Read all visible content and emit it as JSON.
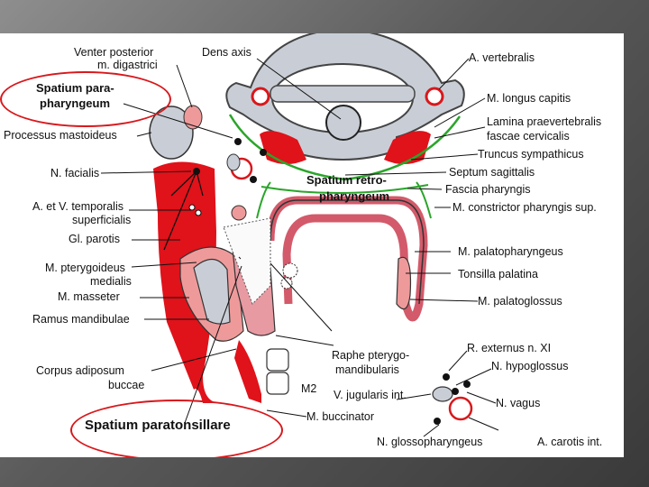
{
  "labels": {
    "venter_posterior_1": "Venter posterior",
    "venter_posterior_2": "m. digastrici",
    "spatium_para_1": "Spatium para-",
    "spatium_para_2": "pharyngeum",
    "processus_mastoideus": "Processus mastoideus",
    "n_facialis": "N. facialis",
    "temporalis_1": "A. et V. temporalis",
    "temporalis_2": "superficialis",
    "gl_parotis": "Gl. parotis",
    "pterygoideus_1": "M. pterygoideus",
    "pterygoideus_2": "medialis",
    "masseter": "M. masseter",
    "ramus_mandibulae": "Ramus mandibulae",
    "corpus_adiposum_1": "Corpus adiposum",
    "corpus_adiposum_2": "buccae",
    "spatium_paratonsillare": "Spatium paratonsillare",
    "dens_axis": "Dens axis",
    "a_vertebralis": "A. vertebralis",
    "longus_capitis": "M. longus capitis",
    "lamina_1": "Lamina praevertebralis",
    "lamina_2": "fascae cervicalis",
    "truncus_sympathicus": "Truncus sympathicus",
    "septum_sagittalis": "Septum sagittalis",
    "fascia_pharyngis": "Fascia pharyngis",
    "constrictor": "M. constrictor pharyngis sup.",
    "retro_1": "Spatium retro-",
    "retro_2": "pharyngeum",
    "palatopharyngeus": "M. palatopharyngeus",
    "tonsilla_palatina": "Tonsilla palatina",
    "palatoglossus": "M. palatoglossus",
    "raphe_1": "Raphe pterygo-",
    "raphe_2": "mandibularis",
    "m2": "M2",
    "jugularis": "V. jugularis int.",
    "buccinator": "M. buccinator",
    "ramus_externus": "R. externus n. XI",
    "hypoglossus": "N. hypoglossus",
    "vagus": "N. vagus",
    "glossopharyngeus": "N. glossopharyngeus",
    "carotis": "A. carotis int."
  },
  "colors": {
    "muscle_red": "#e0121a",
    "muscle_pink": "#ef9a9a",
    "bone_gray": "#c9ced6",
    "fascia_green": "#2aa52a",
    "highlight_red": "#d8181c"
  }
}
